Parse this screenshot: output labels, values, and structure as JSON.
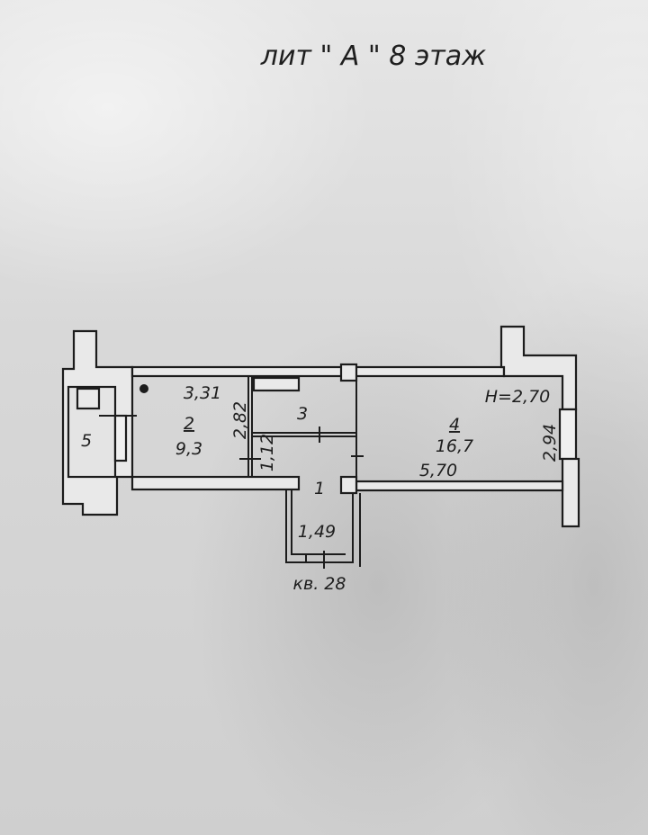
{
  "title": "лит \" А \" 8 этаж",
  "plan": {
    "rooms": [
      {
        "number": "1"
      },
      {
        "number": "2",
        "area": "9,3"
      },
      {
        "number": "3"
      },
      {
        "number": "4",
        "area": "16,7"
      },
      {
        "number": "5"
      }
    ],
    "dimensions": {
      "room2_width": "3,31",
      "room2_depth": "2,82",
      "hall_width": "1,12",
      "room4_length": "5,70",
      "room4_width": "2,94",
      "entry_width": "1,49"
    },
    "ceiling_height": "Н=2,70",
    "apartment_label": "кв. 28"
  }
}
